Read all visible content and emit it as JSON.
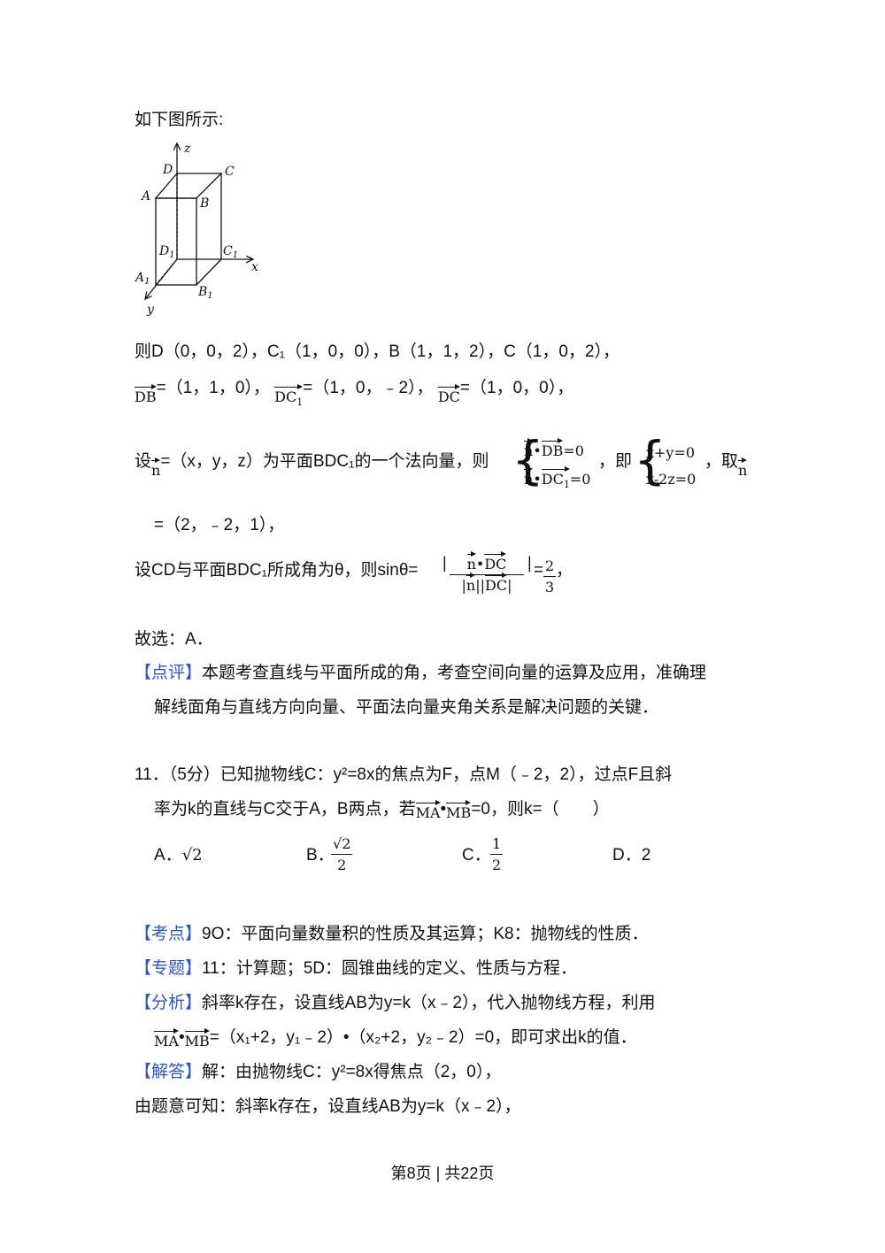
{
  "intro": "如下图所示:",
  "figure": {
    "labels": {
      "z": "z",
      "x": "x",
      "y": "y",
      "D": "D",
      "C": "C",
      "A": "A",
      "B": "B",
      "D1": "D",
      "C1": "C",
      "A1": "A",
      "B1": "B",
      "sub1": "1"
    }
  },
  "coords_line": "则D（0，0，2），C₁（1，0，0），B（1，1，2），C（1，0，2），",
  "vectors_line": {
    "v1_name": "DB",
    "v1_val": "=（1，1，0），",
    "v2_name": "DC",
    "v2_sub": "1",
    "v2_val": "=（1，0，﹣2），",
    "v3_name": "DC",
    "v3_val": "=（1，0，0），"
  },
  "normal_line": {
    "prefix": "设",
    "n": "n",
    "middle": "=（x，y，z）为平面BDC₁的一个法向量，则",
    "sys1_a": "n",
    "sys1_dot": "•",
    "sys1_b": "DB",
    "sys1_rhs": "=0",
    "sys2_a": "n",
    "sys2_b": "DC",
    "sys2_sub": "1",
    "sys2_rhs": "=0",
    "ji": "，即",
    "eq1": "x+y=0",
    "eq2": "x-2z=0",
    "qu": "，取"
  },
  "n_value_line": "=（2，﹣2，1），",
  "sin_line": {
    "prefix": "设CD与平面BDC₁所成角为θ，则sinθ=",
    "num_n": "n",
    "num_dot": "•",
    "num_dc": "DC",
    "den_n": "n",
    "den_dc": "DC",
    "eq": "=",
    "result_num": "2",
    "result_den": "3",
    "tail": "，"
  },
  "answer_line": "故选：A．",
  "review": {
    "tag": "【点评】",
    "text1": "本题考查直线与平面所成的角，考查空间向量的运算及应用，准确理",
    "text2": "解线面角与直线方向向量、平面法向量夹角关系是解决问题的关键．"
  },
  "q11": {
    "line1": "11．（5分）已知抛物线C：y²=8x的焦点为F，点M（﹣2，2），过点F且斜",
    "line2_a": "率为k的直线与C交于A，B两点，若",
    "ma": "MA",
    "dot": "•",
    "mb": "MB",
    "line2_b": "=0，则k=（　　）",
    "optA_label": "A．",
    "optA_val": "√2",
    "optB_label": "B．",
    "optB_num": "√2",
    "optB_den": "2",
    "optC_label": "C．",
    "optC_num": "1",
    "optC_den": "2",
    "optD": "D．2"
  },
  "kaodian": {
    "tag": "【考点】",
    "text": "9O：平面向量数量积的性质及其运算；K8：抛物线的性质．"
  },
  "zhuanti": {
    "tag": "【专题】",
    "text": "11：计算题；5D：圆锥曲线的定义、性质与方程．"
  },
  "fenxi": {
    "tag": "【分析】",
    "text1": "斜率k存在，设直线AB为y=k（x﹣2），代入抛物线方程，利用",
    "ma": "MA",
    "dot": "•",
    "mb": "MB",
    "text2": "=（x₁+2，y₁﹣2）•（x₂+2，y₂﹣2）=0，即可求出k的值．"
  },
  "jieda": {
    "tag": "【解答】",
    "text": "解：由抛物线C：y²=8x得焦点（2，0），"
  },
  "last_line": "由题意可知：斜率k存在，设直线AB为y=k（x﹣2），",
  "footer": "第8页 | 共22页"
}
